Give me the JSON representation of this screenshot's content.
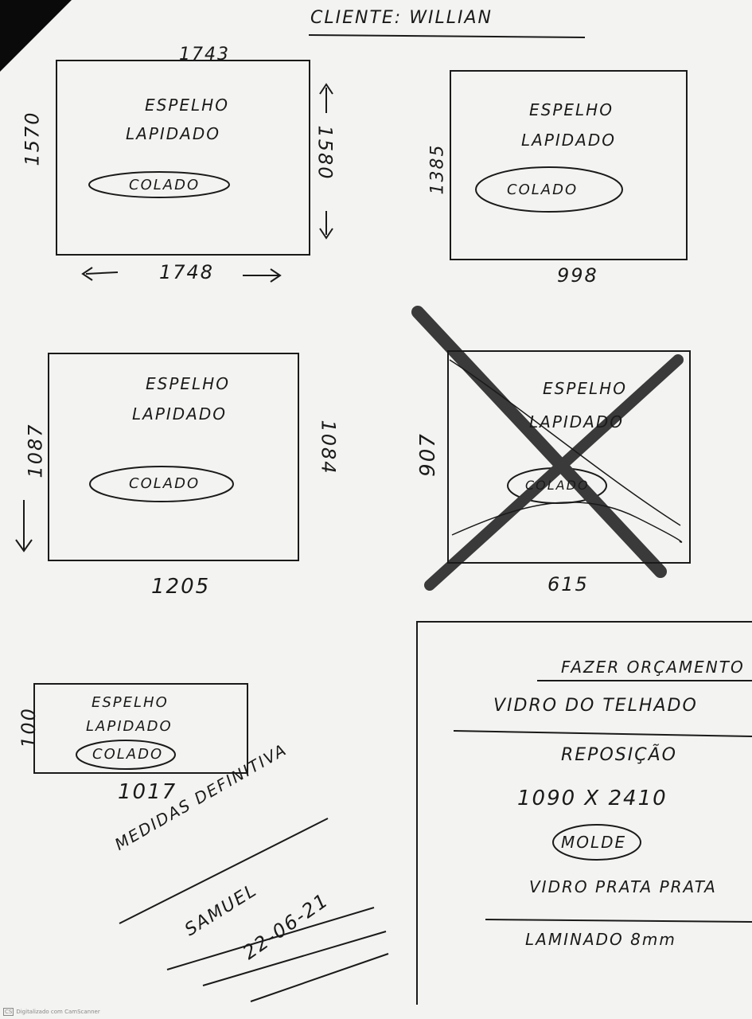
{
  "header": {
    "client_line": "CLIENTE: WILLIAN"
  },
  "sketches": [
    {
      "top_dim": "1743",
      "bottom_dim": "1748",
      "left_dim": "1570",
      "right_dim": "1580",
      "line1": "ESPELHO",
      "line2": "LAPIDADO",
      "tag": "COLADO"
    },
    {
      "left_dim": "1385",
      "bottom_dim": "998",
      "line1": "ESPELHO",
      "line2": "LAPIDADO",
      "tag": "COLADO"
    },
    {
      "left_dim": "1087",
      "right_dim": "1084",
      "bottom_dim": "1205",
      "line1": "ESPELHO",
      "line2": "LAPIDADO",
      "tag": "COLADO"
    },
    {
      "left_dim": "907",
      "bottom_dim": "615",
      "line1": "ESPELHO",
      "line2": "LAPIDADO",
      "tag": "COLADO",
      "crossed_out": true
    },
    {
      "left_dim": "100",
      "bottom_dim": "1017",
      "line1": "ESPELHO",
      "line2": "LAPIDADO",
      "tag": "COLADO"
    }
  ],
  "signature": {
    "note": "MEDIDAS DEFINITIVA",
    "name": "SAMUEL",
    "date": "22-06-21"
  },
  "notes": {
    "line1": "FAZER ORÇAMENTO",
    "line2": "VIDRO DO TELHADO",
    "line3": "REPOSIÇÃO",
    "line4": "1090 X 2410",
    "line5": "MOLDE",
    "line6": "VIDRO PRATA PRATA",
    "line7": "LAMINADO 8mm"
  },
  "colors": {
    "ink": "#1a1a1a",
    "paper": "#f3f3f1",
    "marker": "#3a3a3a"
  },
  "footer": {
    "badge": "CS",
    "text": "Digitalizado com CamScanner"
  }
}
